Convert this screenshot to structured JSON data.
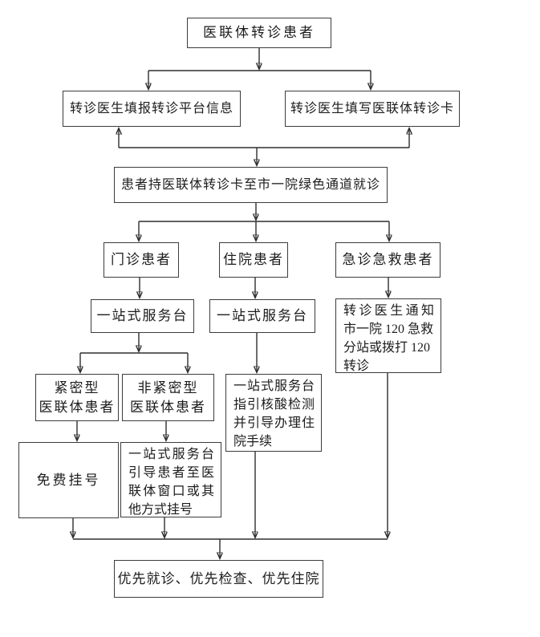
{
  "nodes": {
    "union_referral_patient": {
      "label": "医联体转诊患者"
    },
    "fill_platform_info": {
      "label": "转诊医生填报转诊平台信息"
    },
    "fill_referral_card": {
      "label": "转诊医生填写医联体转诊卡"
    },
    "green_channel_visit": {
      "label": "患者持医联体转诊卡至市一院绿色通道就诊"
    },
    "outpatient": {
      "label": "门诊患者"
    },
    "inpatient": {
      "label": "住院患者"
    },
    "emergency_patient": {
      "label": "急诊急救患者"
    },
    "onestop_desk_outpatient": {
      "label": "一站式服务台"
    },
    "onestop_desk_inpatient": {
      "label": "一站式服务台"
    },
    "notify_120": {
      "lines": [
        "转诊医生通知",
        "市一院 120 急救",
        "分站或拨打 120",
        "转诊"
      ]
    },
    "onestop_guide_admission": {
      "lines": [
        "一站式服务台",
        "指引核酸检测",
        "并引导办理住",
        "院手续"
      ]
    },
    "close_type_patient": {
      "lines": [
        "紧密型",
        "医联体患者"
      ]
    },
    "nonclose_type_patient": {
      "lines": [
        "非紧密型",
        "医联体患者"
      ]
    },
    "free_registration": {
      "label": "免费挂号"
    },
    "onestop_guide_registration": {
      "lines": [
        "一站式服务台",
        "引导患者至医",
        "联体窗口或其",
        "他方式挂号"
      ]
    },
    "priority_services": {
      "label": "优先就诊、优先检查、优先住院"
    }
  },
  "colors": {
    "line": "#2e2e2e",
    "border": "#3c3c3c",
    "text": "#1c1c1c",
    "background": "#ffffff"
  }
}
